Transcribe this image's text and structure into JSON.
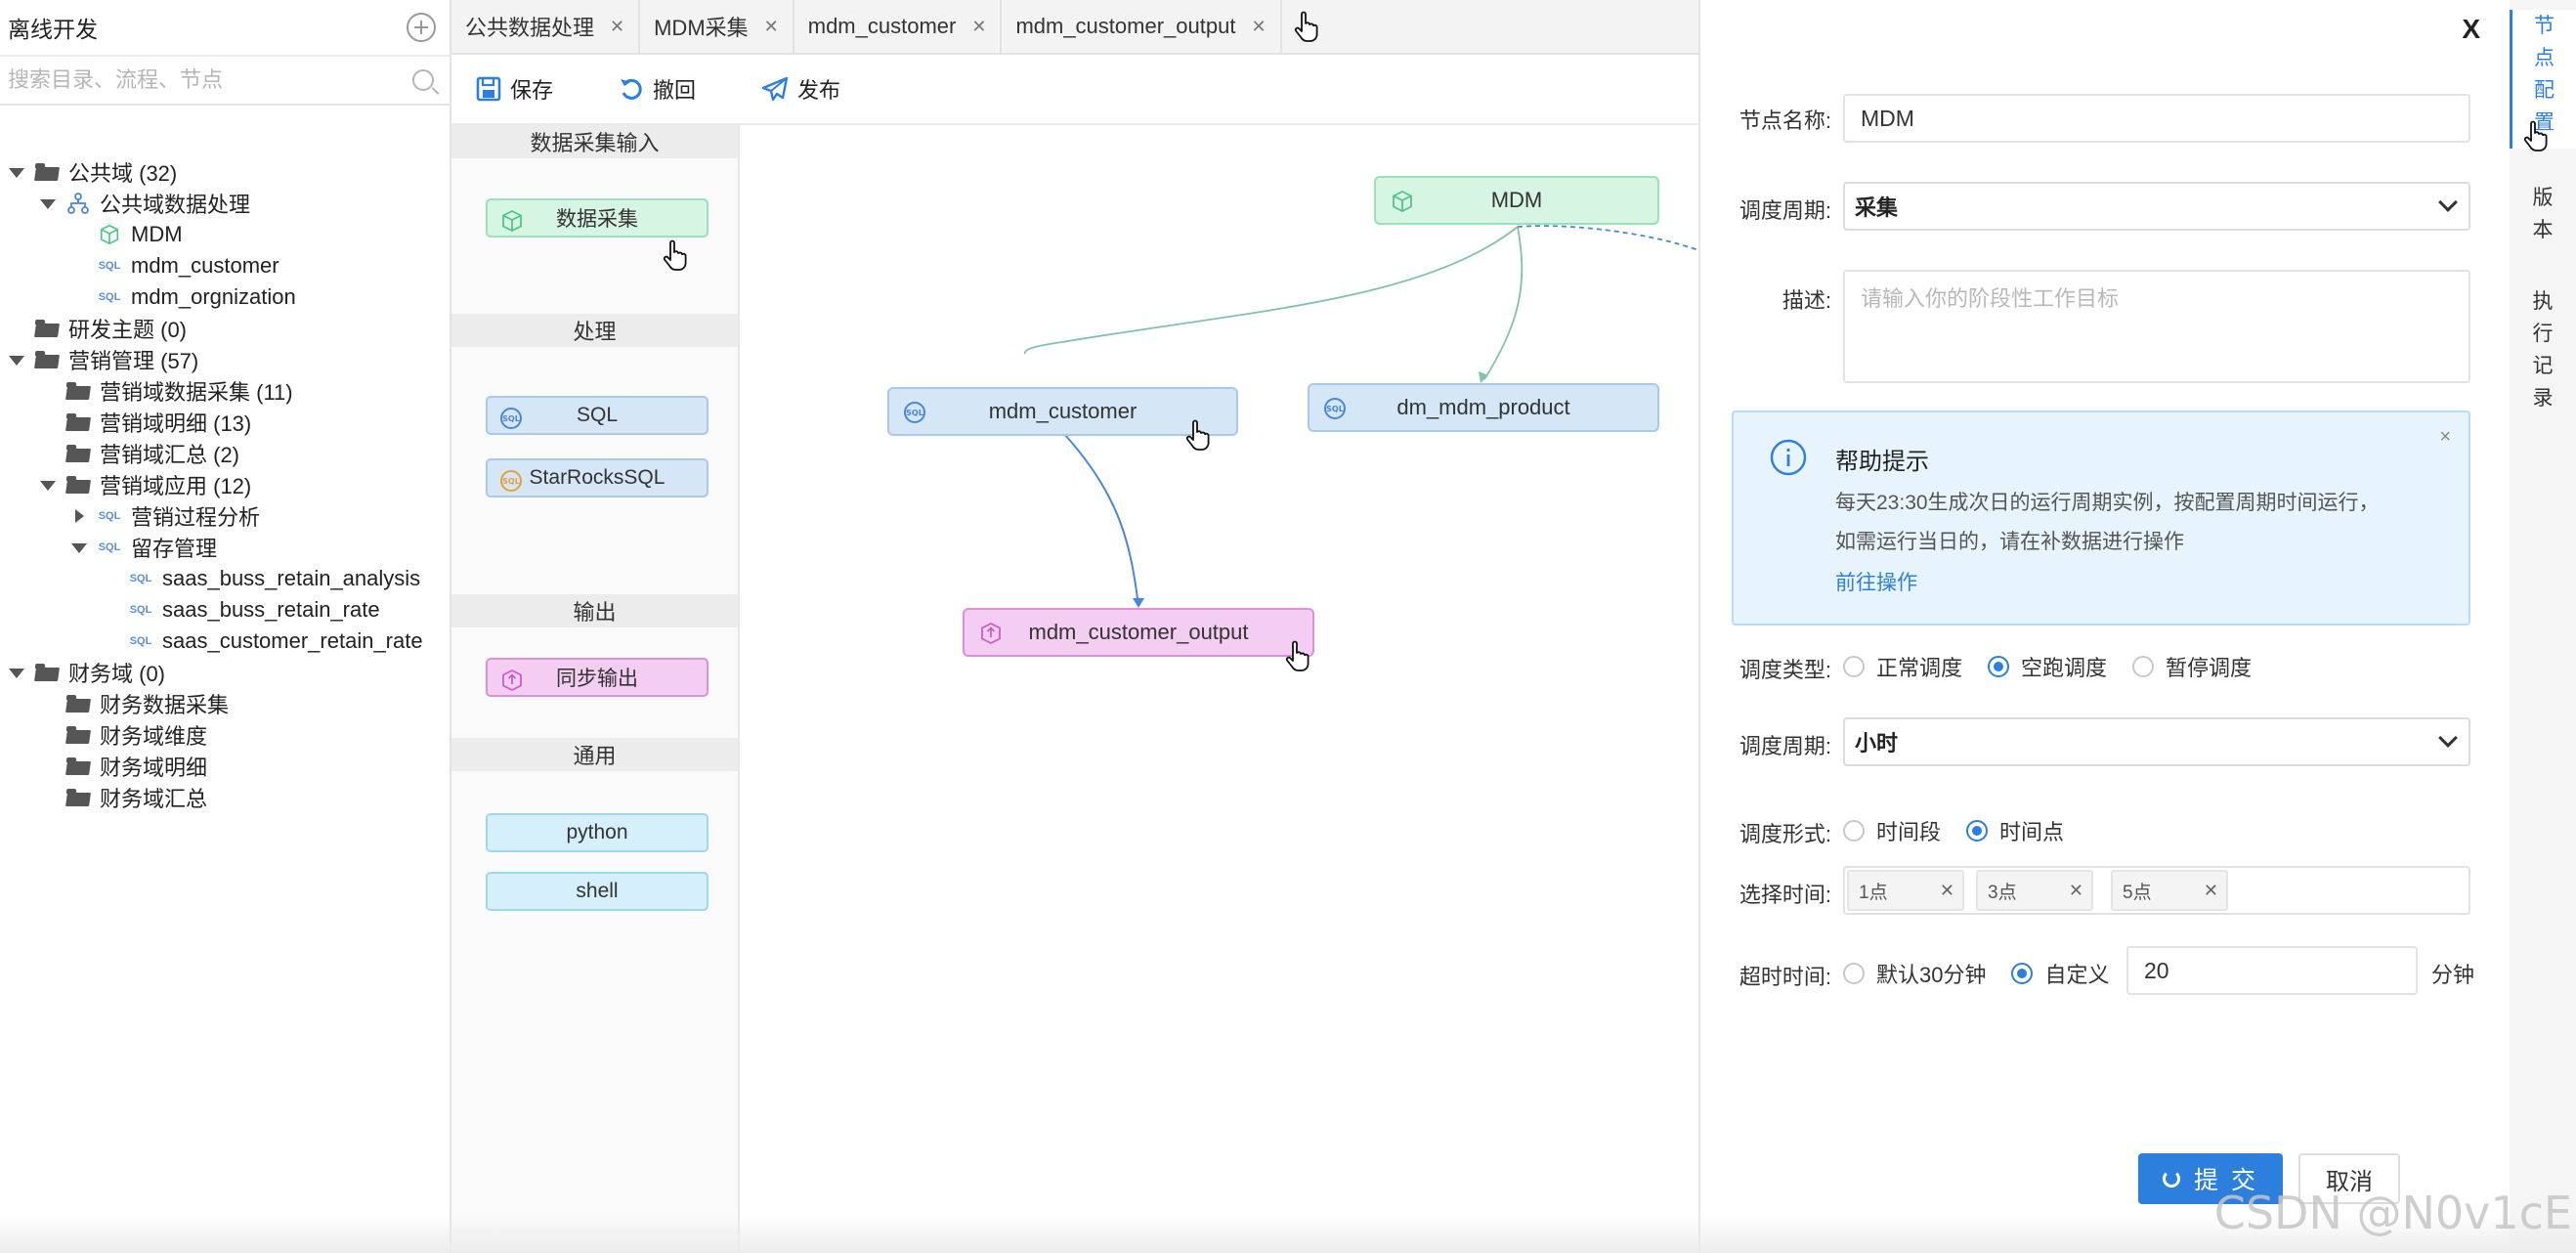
{
  "sidebar": {
    "title": "离线开发",
    "search_placeholder": "搜索目录、流程、节点",
    "tree": [
      {
        "label": "公共域 (32)",
        "type": "folder",
        "level": 0,
        "caret": "down"
      },
      {
        "label": "公共域数据处理",
        "type": "flow",
        "level": 1,
        "caret": "down"
      },
      {
        "label": "MDM",
        "type": "cube",
        "level": 2,
        "caret": "none"
      },
      {
        "label": "mdm_customer",
        "type": "sql",
        "level": 2,
        "caret": "none"
      },
      {
        "label": "mdm_orgnization",
        "type": "sql",
        "level": 2,
        "caret": "none"
      },
      {
        "label": "研发主题 (0)",
        "type": "folder",
        "level": 0,
        "caret": "none"
      },
      {
        "label": "营销管理 (57)",
        "type": "folder",
        "level": 0,
        "caret": "down"
      },
      {
        "label": "营销域数据采集 (11)",
        "type": "folder",
        "level": 1,
        "caret": "none"
      },
      {
        "label": "营销域明细 (13)",
        "type": "folder",
        "level": 1,
        "caret": "none"
      },
      {
        "label": "营销域汇总 (2)",
        "type": "folder",
        "level": 1,
        "caret": "none"
      },
      {
        "label": "营销域应用 (12)",
        "type": "folder",
        "level": 1,
        "caret": "down"
      },
      {
        "label": "营销过程分析",
        "type": "sql",
        "level": 2,
        "caret": "right"
      },
      {
        "label": "留存管理",
        "type": "sql",
        "level": 2,
        "caret": "down"
      },
      {
        "label": "saas_buss_retain_analysis",
        "type": "sql",
        "level": 3,
        "caret": "none"
      },
      {
        "label": "saas_buss_retain_rate",
        "type": "sql",
        "level": 3,
        "caret": "none"
      },
      {
        "label": "saas_customer_retain_rate",
        "type": "sql",
        "level": 3,
        "caret": "none"
      },
      {
        "label": "财务域 (0)",
        "type": "folder",
        "level": 0,
        "caret": "down"
      },
      {
        "label": "财务数据采集",
        "type": "folder",
        "level": 1,
        "caret": "none"
      },
      {
        "label": "财务域维度",
        "type": "folder",
        "level": 1,
        "caret": "none"
      },
      {
        "label": "财务域明细",
        "type": "folder",
        "level": 1,
        "caret": "none"
      },
      {
        "label": "财务域汇总",
        "type": "folder",
        "level": 1,
        "caret": "none"
      }
    ]
  },
  "tabs": [
    {
      "label": "公共数据处理"
    },
    {
      "label": "MDM采集"
    },
    {
      "label": "mdm_customer"
    },
    {
      "label": "mdm_customer_output"
    }
  ],
  "toolbar": {
    "save": "保存",
    "undo": "撤回",
    "publish": "发布"
  },
  "palette": {
    "sections": {
      "input": "数据采集输入",
      "process": "处理",
      "output": "输出",
      "general": "通用"
    },
    "items": {
      "collect": "数据采集",
      "sql": "SQL",
      "starrocks": "StarRocksSQL",
      "sync_output": "同步输出",
      "python": "python",
      "shell": "shell"
    }
  },
  "canvas": {
    "nodes": {
      "mdm": "MDM",
      "mdm_customer": "mdm_customer",
      "dm_mdm_product": "dm_mdm_product",
      "mdm_customer_output": "mdm_customer_output"
    }
  },
  "panel": {
    "close": "X",
    "node_name_label": "节点名称:",
    "node_name_value": "MDM",
    "cycle_label_1": "调度周期:",
    "cycle_value_1": "采集",
    "desc_label": "描述:",
    "desc_placeholder": "请输入你的阶段性工作目标",
    "help": {
      "title": "帮助提示",
      "line1": "每天23:30生成次日的运行周期实例，按配置周期时间运行，",
      "line2": "如需运行当日的，请在补数据进行操作",
      "link": "前往操作",
      "close": "×"
    },
    "sched_type_label": "调度类型:",
    "sched_type_options": [
      "正常调度",
      "空跑调度",
      "暂停调度"
    ],
    "sched_type_selected": 1,
    "cycle_label_2": "调度周期:",
    "cycle_value_2": "小时",
    "form_label": "调度形式:",
    "form_options": [
      "时间段",
      "时间点"
    ],
    "form_selected": 1,
    "time_label": "选择时间:",
    "time_tags": [
      "1点",
      "3点",
      "5点"
    ],
    "timeout_label": "超时时间:",
    "timeout_options": [
      "默认30分钟",
      "自定义"
    ],
    "timeout_selected": 1,
    "timeout_value": "20",
    "timeout_unit": "分钟",
    "submit": "提 交",
    "cancel": "取消"
  },
  "vtabs": {
    "node_config": [
      "节",
      "点",
      "配",
      "置"
    ],
    "version": [
      "版",
      "本"
    ],
    "exec_log": [
      "执",
      "行",
      "记",
      "录"
    ]
  },
  "watermark": "CSDN @N0v1cE",
  "colors": {
    "accent": "#2c7fdc",
    "node_green": "#d6f5e3",
    "node_blue": "#d5e6f7",
    "node_pink": "#f4cdf2",
    "node_cyan": "#d5effb"
  }
}
